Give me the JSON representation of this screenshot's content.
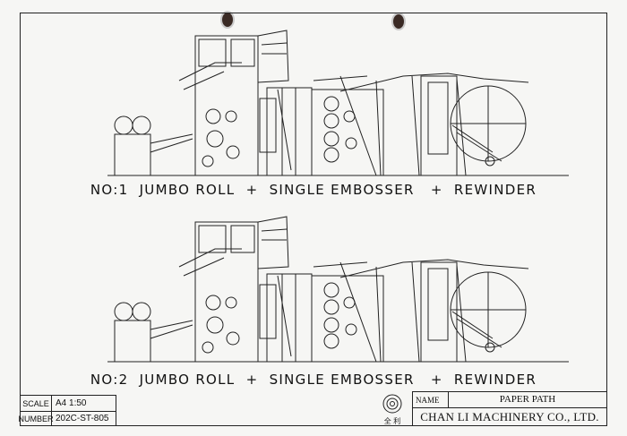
{
  "captions": {
    "line1": "NO:1  JUMBO ROLL  +  SINGLE EMBOSSER   +  REWINDER",
    "line2": "NO:2  JUMBO ROLL  +  SINGLE EMBOSSER   +  REWINDER"
  },
  "title_block": {
    "scale_label": "SCALE",
    "scale_value": "A4  1:50",
    "number_label": "NUMBER",
    "number_value": "202C-ST-805",
    "name_label": "NAME",
    "name_value": "PAPER PATH",
    "company": "CHAN LI MACHINERY CO., LTD.",
    "logo_text": "全 利"
  },
  "icons": {
    "punch_hole": "punch-hole-icon",
    "logo": "company-logo-icon"
  }
}
